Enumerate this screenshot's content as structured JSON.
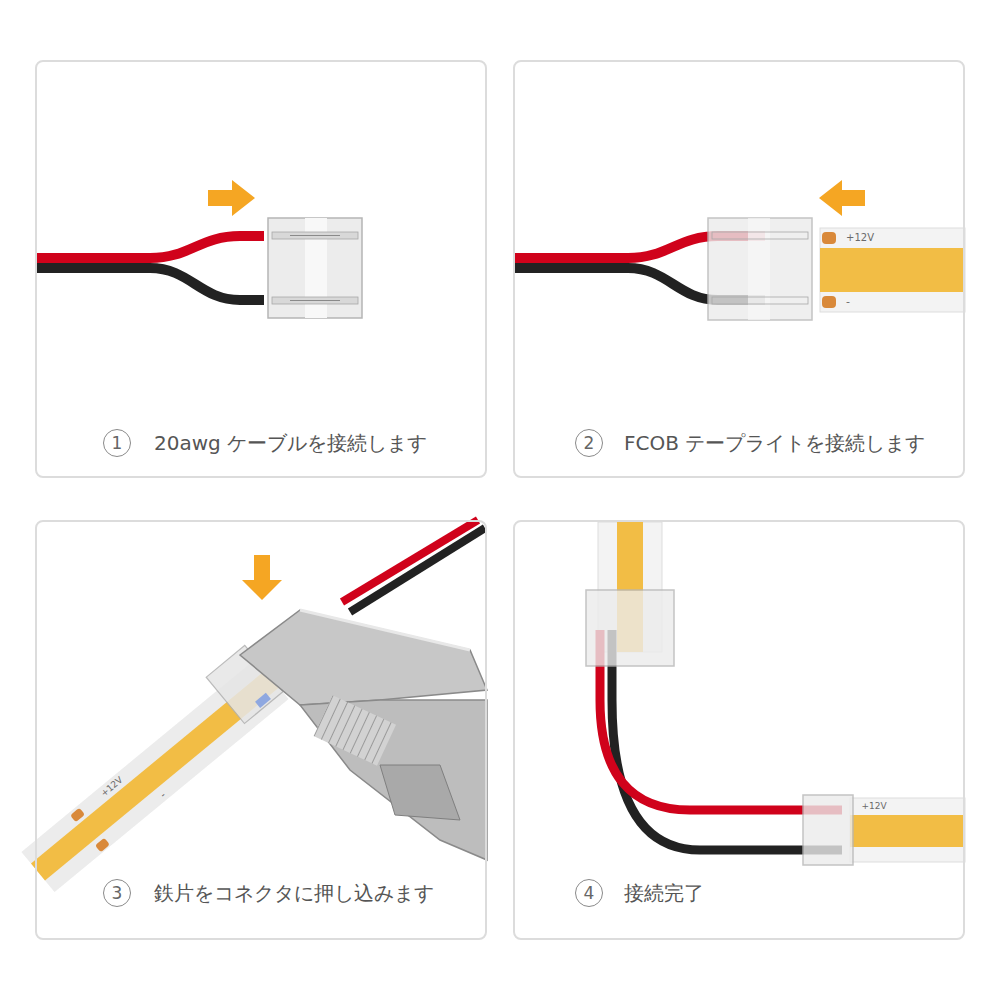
{
  "diagram": {
    "nodes": [
      {
        "text": [
          "20awg ケーブルを接続します"
        ]
      },
      {
        "text": [
          "1"
        ],
        "in": 0
      },
      {
        "text": [
          "FCOB テープライトを接続します"
        ]
      },
      {
        "text": [
          "2"
        ],
        "in": 2
      },
      {
        "text": [
          "鉄片をコネクタに押し込みます"
        ]
      },
      {
        "text": [
          "3"
        ],
        "in": 4
      },
      {
        "text": [
          "接続完了"
        ]
      },
      {
        "text": [
          "4"
        ],
        "in": 6
      }
    ],
    "labels": [
      "+12V",
      "-",
      "+12V",
      "-",
      "+12V"
    ]
  }
}
